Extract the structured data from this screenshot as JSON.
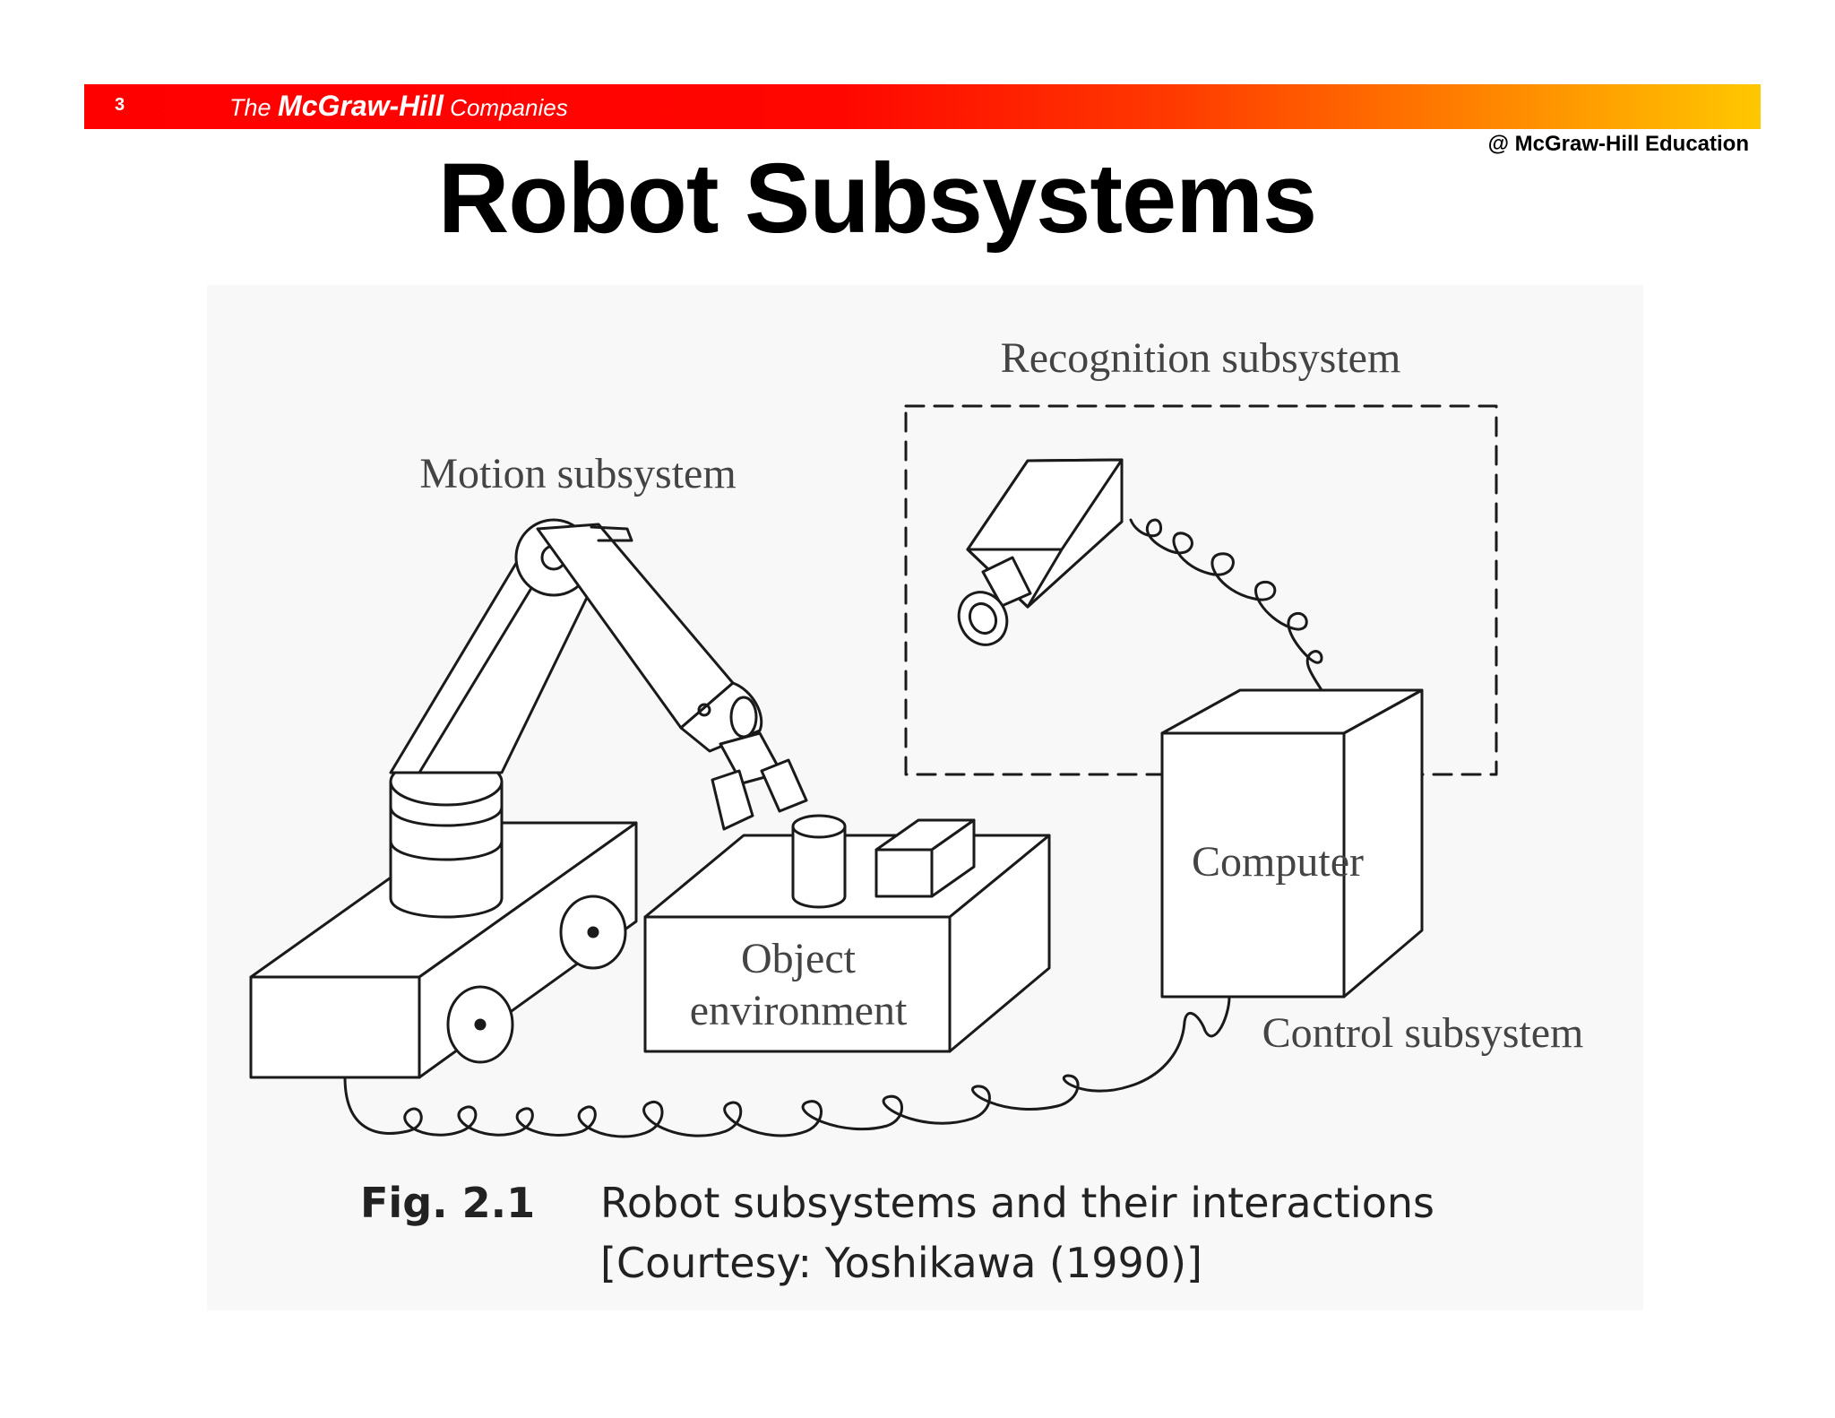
{
  "slide": {
    "number": "3",
    "brand": {
      "prefix": "The ",
      "name": "McGraw-Hill",
      "suffix": " Companies"
    },
    "copyright": "@ McGraw-Hill Education",
    "title": "Robot Subsystems"
  },
  "diagram": {
    "labels": {
      "recognition": "Recognition subsystem",
      "motion": "Motion subsystem",
      "computer": "Computer",
      "object_line1": "Object",
      "object_line2": "environment",
      "control": "Control subsystem"
    },
    "caption": {
      "fig": "Fig. 2.1",
      "line1": "Robot subsystems and their interactions",
      "line2": "[Courtesy: Yoshikawa (1990)]"
    }
  }
}
